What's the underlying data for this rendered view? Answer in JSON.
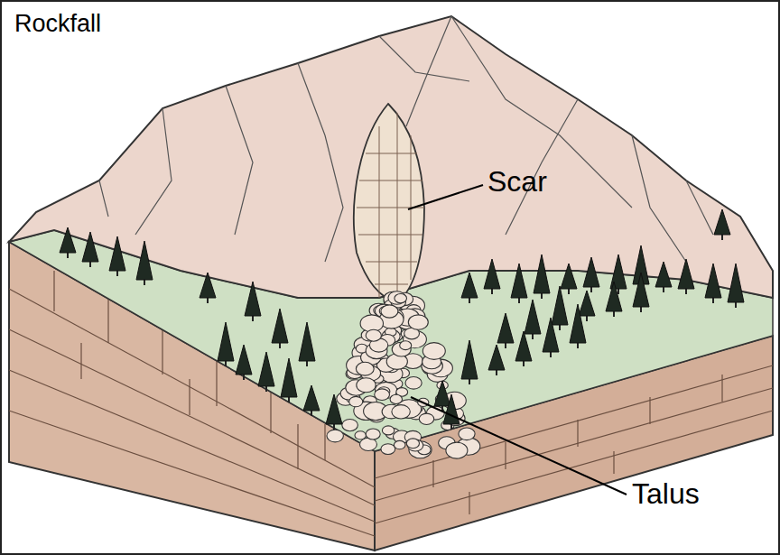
{
  "diagram": {
    "title": "Rockfall",
    "labels": [
      "Scar",
      "Talus"
    ]
  }
}
